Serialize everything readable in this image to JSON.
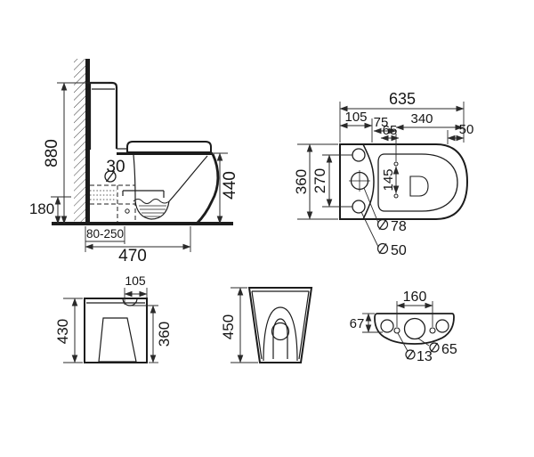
{
  "colors": {
    "line": "#1c1c1c",
    "background": "#ffffff"
  },
  "drawing": {
    "side": {
      "overall_height": "880",
      "drain_height": "180",
      "drain_pipe_diameter": "30",
      "bowl_height": "440",
      "rough_in_range": "80-250",
      "overall_depth": "470"
    },
    "top": {
      "overall_length": "635",
      "tank_depth": "105",
      "offset_a": "75",
      "offset_b": "65",
      "seat_length": "340",
      "front_offset": "50",
      "overall_width": "360",
      "bolt_hole_spacing": "270",
      "seat_hinge_spacing": "145",
      "supply_hole_diameter": "78",
      "bolt_hole_diameter": "50"
    },
    "rear": {
      "overall_height": "430",
      "inlet_offset": "105",
      "body_height": "360"
    },
    "front": {
      "overall_height": "450"
    },
    "base": {
      "bolt_spacing": "160",
      "rim_height": "67",
      "valve_hole_diameter": "65",
      "fixing_hole_diameter": "13"
    }
  }
}
